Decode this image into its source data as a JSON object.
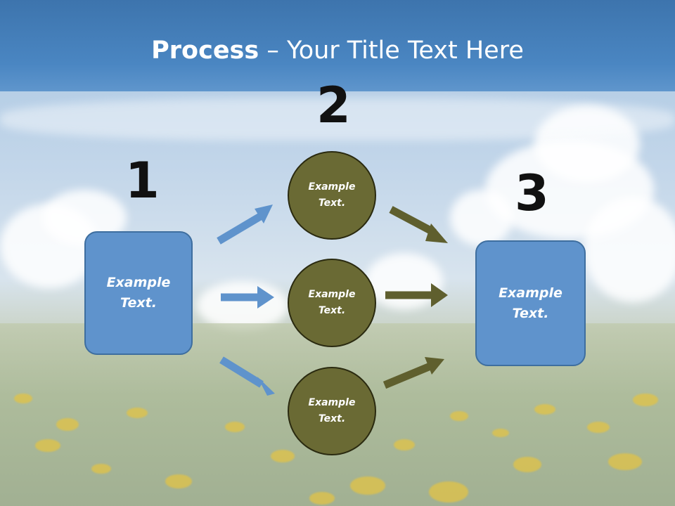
{
  "title": {
    "bold": "Process",
    "rest": " – Your Title Text Here"
  },
  "steps": {
    "one": "1",
    "two": "2",
    "three": "3"
  },
  "boxes": {
    "left": "Example Text.",
    "right": "Example Text."
  },
  "circles": {
    "top": "Example Text.",
    "middle": "Example Text.",
    "bottom": "Example Text."
  },
  "colors": {
    "box_fill": "#5f93cc",
    "circle_fill": "#6a6a34",
    "blue_arrow": "#5f93cc",
    "olive_arrow": "#5f5f2e"
  }
}
